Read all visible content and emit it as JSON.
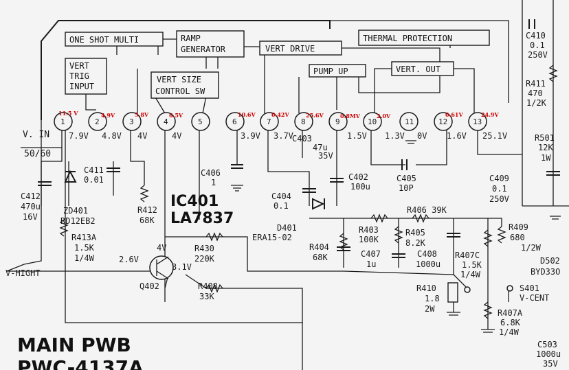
{
  "blocks": {
    "one_shot": "ONE SHOT MULTI",
    "ramp_line1": "RAMP",
    "ramp_line2": "GENERATOR",
    "vert_drive": "VERT DRIVE",
    "thermal": "THERMAL PROTECTION",
    "pump_up": "PUMP UP",
    "vert_out": "VERT. OUT",
    "vert_trig_line1": "VERT",
    "vert_trig_line2": "TRIG",
    "vert_trig_line3": "INPUT",
    "vsize_line1": "VERT SIZE",
    "vsize_line2": "CONTROL SW"
  },
  "pins": [
    "1",
    "2",
    "3",
    "4",
    "5",
    "6",
    "7",
    "8",
    "9",
    "10",
    "11",
    "12",
    "13"
  ],
  "measured_voltages": [
    "11.5 V",
    "4.9V",
    "5.8V",
    "6.5V",
    "10.6V",
    "0.42V",
    "25.6V",
    "0.8MV",
    "2.0V",
    "0.61V",
    "24.9V"
  ],
  "pin_voltages": [
    "7.9V",
    "4.8V",
    "4V",
    "4V",
    "3.9V",
    "3.7V",
    "1.5V",
    "1.3V",
    "0V",
    "1.6V",
    "25.1V"
  ],
  "ic": {
    "ref": "IC401",
    "part": "LA7837"
  },
  "inputs": {
    "v_in": "V. IN",
    "freq": "50/60",
    "v_hight": "V-HIGHT"
  },
  "components": {
    "c410": [
      "C410",
      "0.1",
      "250V"
    ],
    "r411": [
      "R411",
      "470",
      "1/2K"
    ],
    "r501": [
      "R501",
      "12K",
      "1W"
    ],
    "c409": [
      "C409",
      "0.1",
      "250V"
    ],
    "c411": [
      "C411",
      "0.01"
    ],
    "c412": [
      "C412",
      "470u",
      "16V"
    ],
    "zd401": [
      "ZD401",
      "RD12EB2"
    ],
    "r412": [
      "R412",
      "68K"
    ],
    "c406": [
      "C406",
      "1"
    ],
    "c403": [
      "C403",
      "47u",
      "35V"
    ],
    "c402": [
      "C402",
      "100u"
    ],
    "c405": [
      "C405",
      "10P"
    ],
    "c404": [
      "C404",
      "0.1"
    ],
    "r406": "R406 39K",
    "d401": [
      "D401",
      "ERA15-02"
    ],
    "r403": [
      "R403",
      "100K"
    ],
    "r405": [
      "R405",
      "8.2K"
    ],
    "r409": [
      "R409",
      "680",
      "1/2W"
    ],
    "r413a": [
      "R413A",
      "1.5K",
      "1/4W"
    ],
    "q402": [
      "4V",
      "2.6V",
      "3.1V",
      "Q402"
    ],
    "r430": [
      "R430",
      "220K"
    ],
    "r408": [
      "R408",
      "33K"
    ],
    "r404": [
      "R404",
      "68K"
    ],
    "c407": [
      "C407",
      "1u"
    ],
    "c408": [
      "C408",
      "1000u"
    ],
    "r407c": [
      "R407C",
      "1.5K",
      "1/4W"
    ],
    "r410": [
      "R410",
      "1.8",
      "2W"
    ],
    "s401": [
      "S401",
      "V-CENT"
    ],
    "r407a": [
      "R407A",
      "6.8K",
      "1/4W"
    ],
    "d502": [
      "D502",
      "BYD33O"
    ],
    "c503": [
      "C503",
      "1000u",
      "35V"
    ]
  },
  "board": {
    "line1": "MAIN PWB",
    "line2": "PWC-4137A"
  }
}
